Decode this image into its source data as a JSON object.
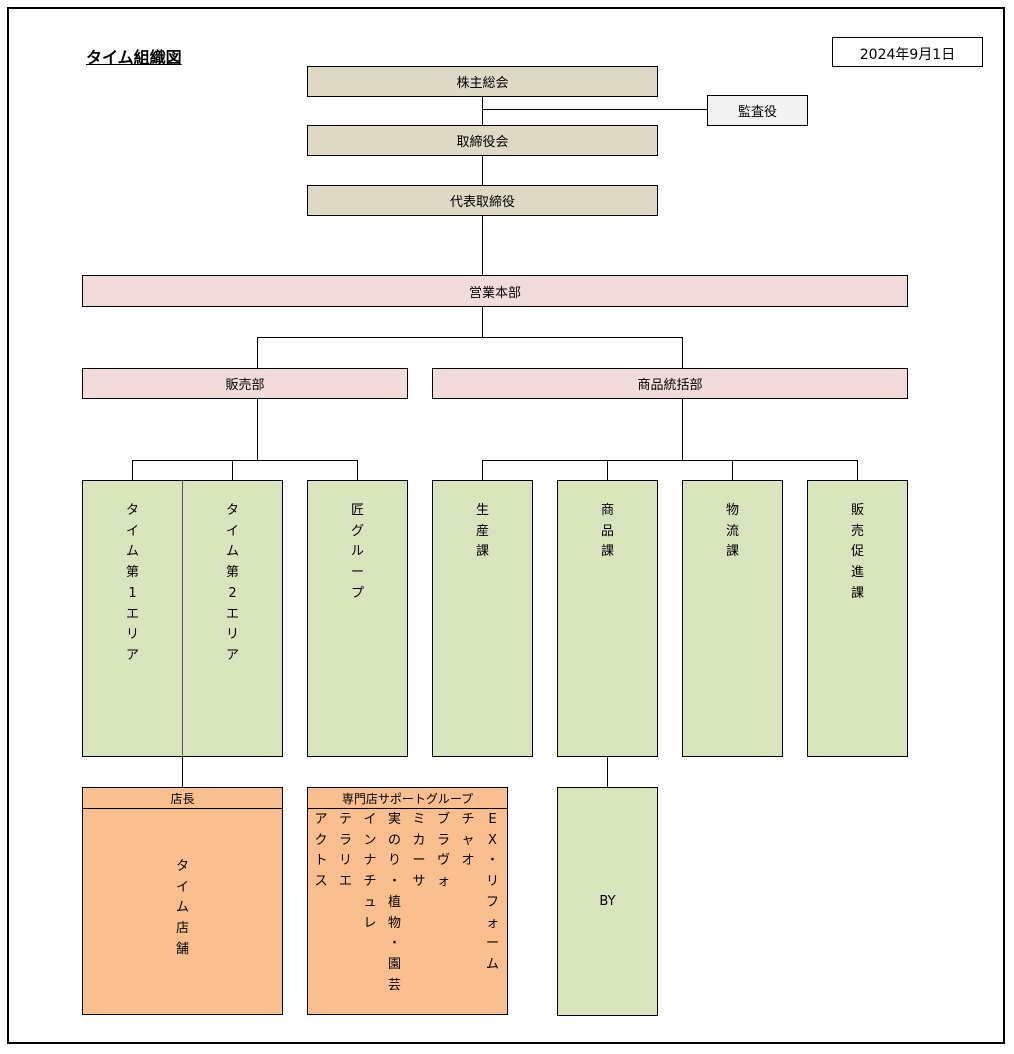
{
  "title": "タイム組織図",
  "date": "2024年9月1日",
  "nodes": {
    "shareholders": "株主総会",
    "auditor": "監査役",
    "board": "取締役会",
    "ceo": "代表取締役",
    "sales_hq": "営業本部",
    "sales_dept": "販売部",
    "merch_dept": "商品統括部",
    "area1": "タイム第1エリア",
    "area2": "タイム第2エリア",
    "takumi": "匠グループ",
    "production": "生産課",
    "merchandise": "商品課",
    "logistics": "物流課",
    "promotion": "販売促進課",
    "store_manager": "店長",
    "stores": "タイム店舗",
    "support_group": "専門店サポートグループ",
    "support_members": [
      "アクトス",
      "テラリエ",
      "インナチュレ",
      "実のり・植物・園芸",
      "ミカーサ",
      "ブラヴォ",
      "チャオ",
      "EX・リフォーム"
    ],
    "by": "BY"
  }
}
